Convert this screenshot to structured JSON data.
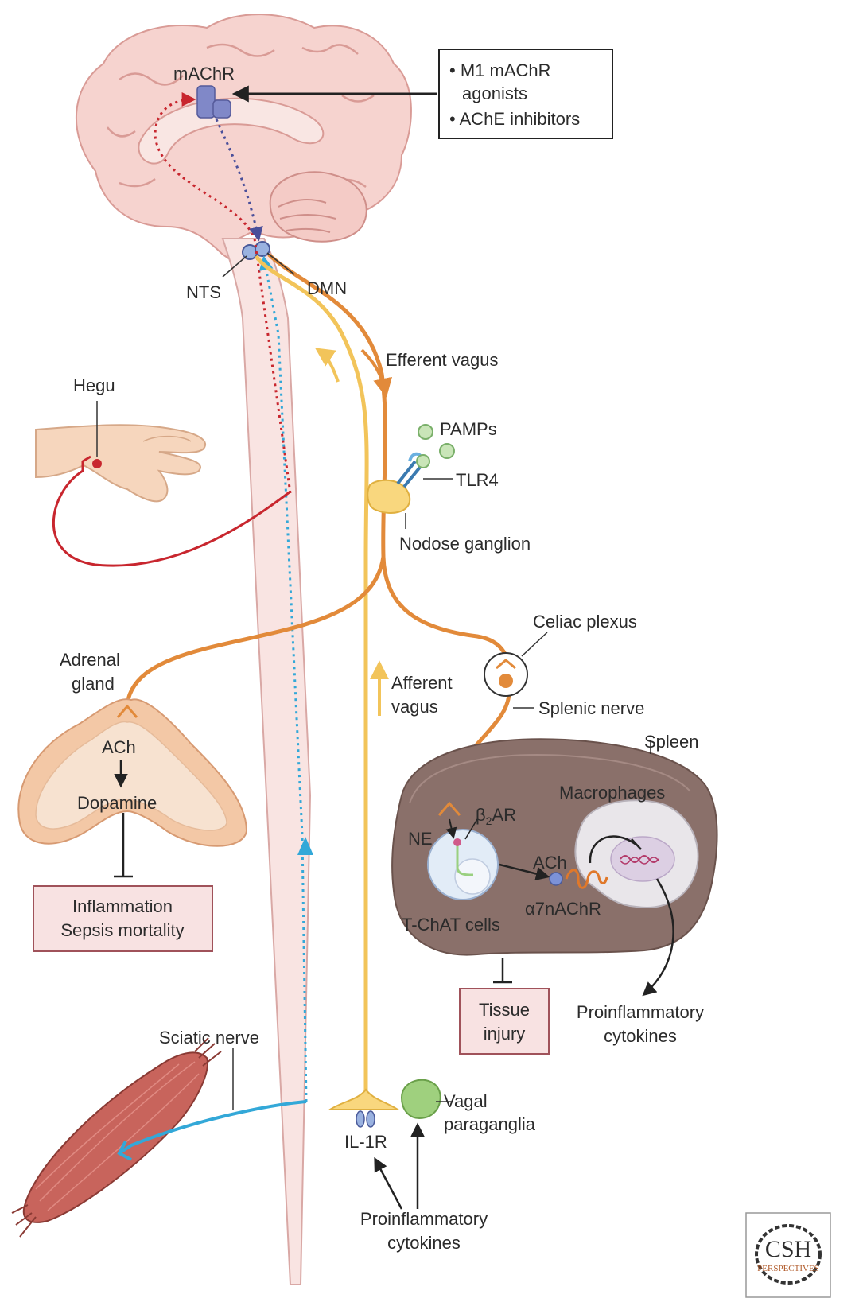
{
  "labels": {
    "machr": "mAChR",
    "nts": "NTS",
    "dmn": "DMN",
    "efferent_vagus": "Efferent vagus",
    "pamps": "PAMPs",
    "tlr4": "TLR4",
    "nodose_ganglion": "Nodose ganglion",
    "hegu": "Hegu",
    "celiac_plexus": "Celiac plexus",
    "splenic_nerve": "Splenic nerve",
    "spleen": "Spleen",
    "macrophages": "Macrophages",
    "adrenal_gland_line1": "Adrenal",
    "adrenal_gland_line2": "gland",
    "ach_adrenal": "ACh",
    "dopamine": "Dopamine",
    "afferent_vagus_line1": "Afferent",
    "afferent_vagus_line2": "vagus",
    "ne": "NE",
    "b2ar_beta": "β",
    "b2ar_sub": "2",
    "b2ar_rest": "AR",
    "ach_spleen": "ACh",
    "a7nachr": "α7nAChR",
    "tchat_cells": "T-ChAT cells",
    "sciatic_nerve": "Sciatic nerve",
    "il1r": "IL-1R",
    "vagal_paraganglia_line1": "Vagal",
    "vagal_paraganglia_line2": "paraganglia",
    "proinflam_right_line1": "Proinflammatory",
    "proinflam_right_line2": "cytokines",
    "proinflam_bottom_line1": "Proinflammatory",
    "proinflam_bottom_line2": "cytokines"
  },
  "drug_box": {
    "item1_line1": "• M1 mAChR",
    "item1_line2": "agonists",
    "item2": "• AChE inhibitors"
  },
  "inflammation_box": {
    "line1": "Inflammation",
    "line2": "Sepsis mortality"
  },
  "tissue_box": {
    "line1": "Tissue",
    "line2": "injury"
  },
  "logo": {
    "big": "CSH",
    "small": "PERSPECTIVES"
  },
  "colors": {
    "efferent_orange": "#e28a3a",
    "afferent_yellow": "#f2c45a",
    "acupuncture_red": "#c8262e",
    "sciatic_blue": "#33a8d8",
    "receptor_purple": "#8088c8",
    "spleen_brown": "#8a706a",
    "brain_pink": "#f2c4bf"
  }
}
